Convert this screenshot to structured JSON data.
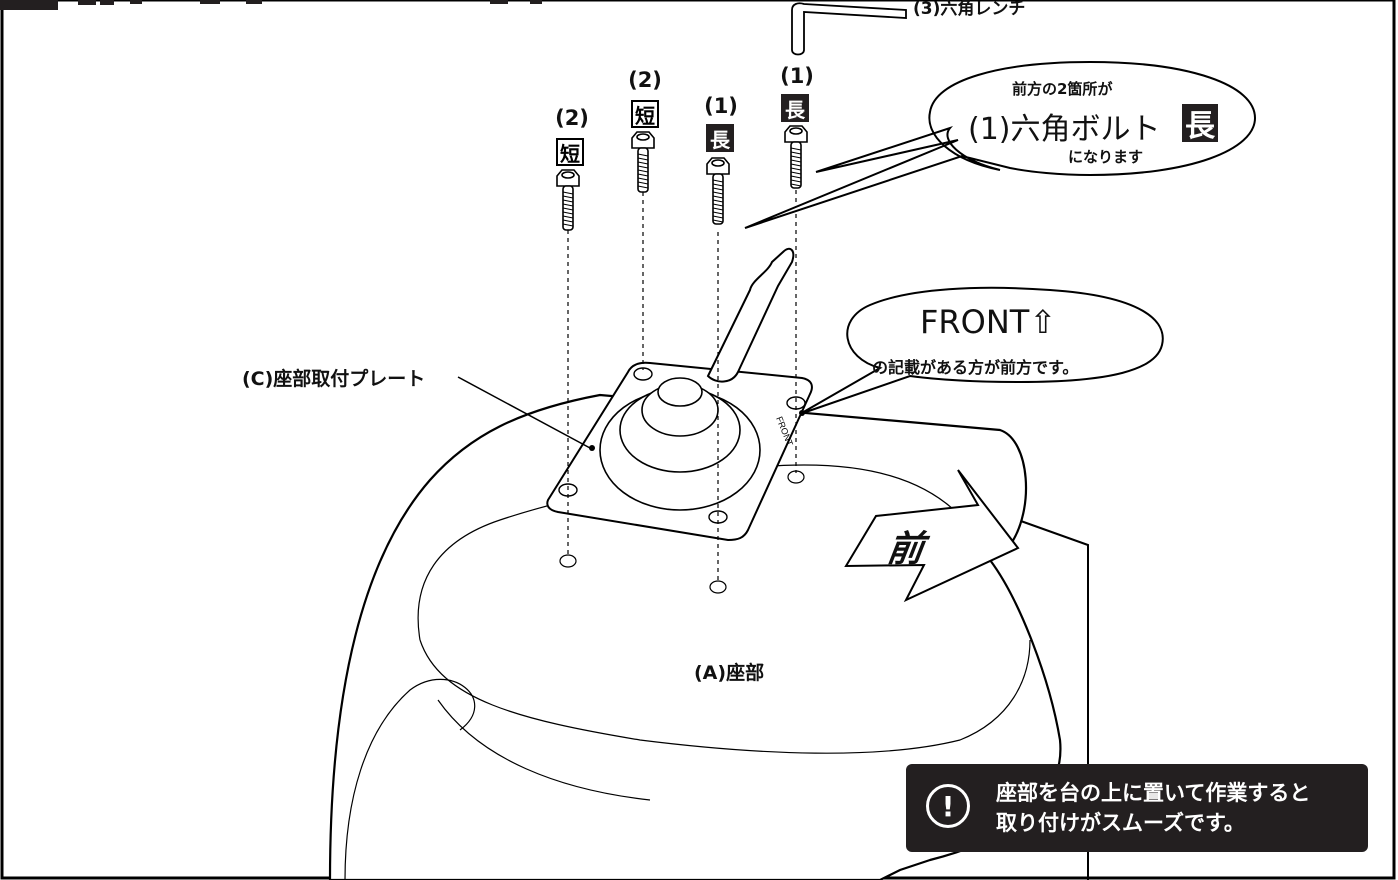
{
  "wrench_label": "(3)六角レンチ",
  "bolts": [
    {
      "num": "(2)",
      "tag": "短",
      "kind": "short"
    },
    {
      "num": "(2)",
      "tag": "短",
      "kind": "short"
    },
    {
      "num": "(1)",
      "tag": "長",
      "kind": "long"
    },
    {
      "num": "(1)",
      "tag": "長",
      "kind": "long"
    }
  ],
  "callout_front_bolts": {
    "line1": "前方の2箇所が",
    "line2": "(1)六角ボルト",
    "tag": "長",
    "line3": "になります"
  },
  "callout_front_mark": {
    "title": "FRONT⇧",
    "text": "の記載がある方が前方です。"
  },
  "plate_label": "(C)座部取付プレート",
  "plate_marking": "FRONT",
  "seat_label": "(A)座部",
  "direction_label": "前",
  "warning": {
    "icon": "exclamation-circle-icon",
    "line1": "座部を台の上に置いて作業すると",
    "line2": "取り付けがスムーズです。"
  }
}
